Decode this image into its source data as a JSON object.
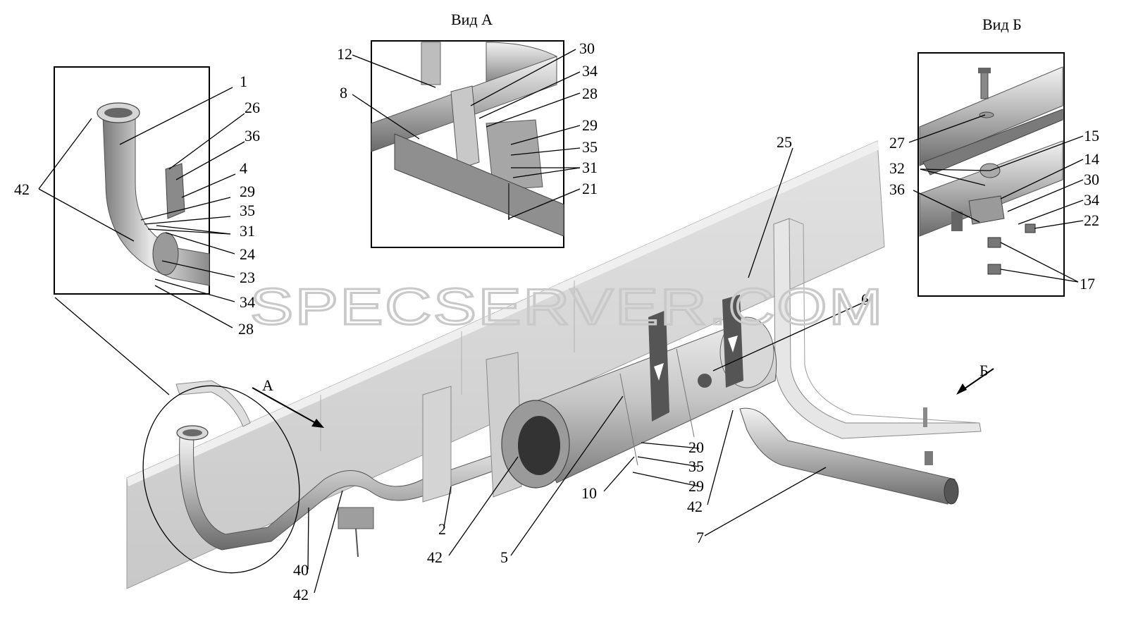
{
  "titles": {
    "view_a": "Вид А",
    "view_b": "Вид Б",
    "arrow_a": "А",
    "arrow_b": "Б"
  },
  "watermark": "SPECSERVER.COM",
  "callouts": {
    "left": [
      "1",
      "26",
      "36",
      "4",
      "29",
      "35",
      "31",
      "24",
      "23",
      "34",
      "28",
      "42"
    ],
    "view_a": [
      "12",
      "8",
      "30",
      "34",
      "28",
      "29",
      "35",
      "31",
      "21"
    ],
    "view_b": [
      "27",
      "32",
      "36",
      "15",
      "14",
      "30",
      "34",
      "22",
      "17"
    ],
    "main": [
      "25",
      "6",
      "20",
      "35",
      "29",
      "10",
      "42",
      "7",
      "5",
      "2",
      "40",
      "42",
      "42"
    ]
  },
  "colors": {
    "metal": "#a8a8a8",
    "metal_light": "#e4e4e4",
    "metal_dark": "#5c5c5c",
    "frame": "#d6d6d6",
    "watermark": "#c9c9c9"
  }
}
